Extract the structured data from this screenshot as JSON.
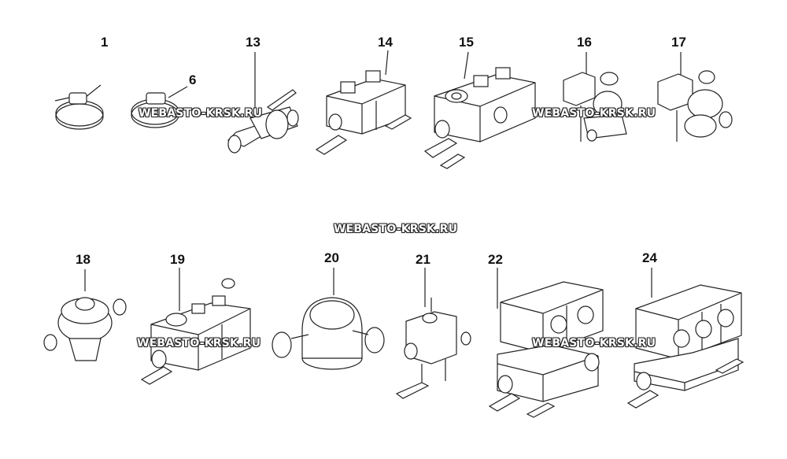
{
  "parts": [
    {
      "id": "p1",
      "label": "1"
    },
    {
      "id": "p6",
      "label": "6"
    },
    {
      "id": "p13",
      "label": "13"
    },
    {
      "id": "p14",
      "label": "14"
    },
    {
      "id": "p15",
      "label": "15"
    },
    {
      "id": "p16",
      "label": "16"
    },
    {
      "id": "p17",
      "label": "17"
    },
    {
      "id": "p18",
      "label": "18"
    },
    {
      "id": "p19",
      "label": "19"
    },
    {
      "id": "p20",
      "label": "20"
    },
    {
      "id": "p21",
      "label": "21"
    },
    {
      "id": "p22",
      "label": "22"
    },
    {
      "id": "p24",
      "label": "24"
    }
  ],
  "watermark": "WEBASTO-KRSK.RU"
}
